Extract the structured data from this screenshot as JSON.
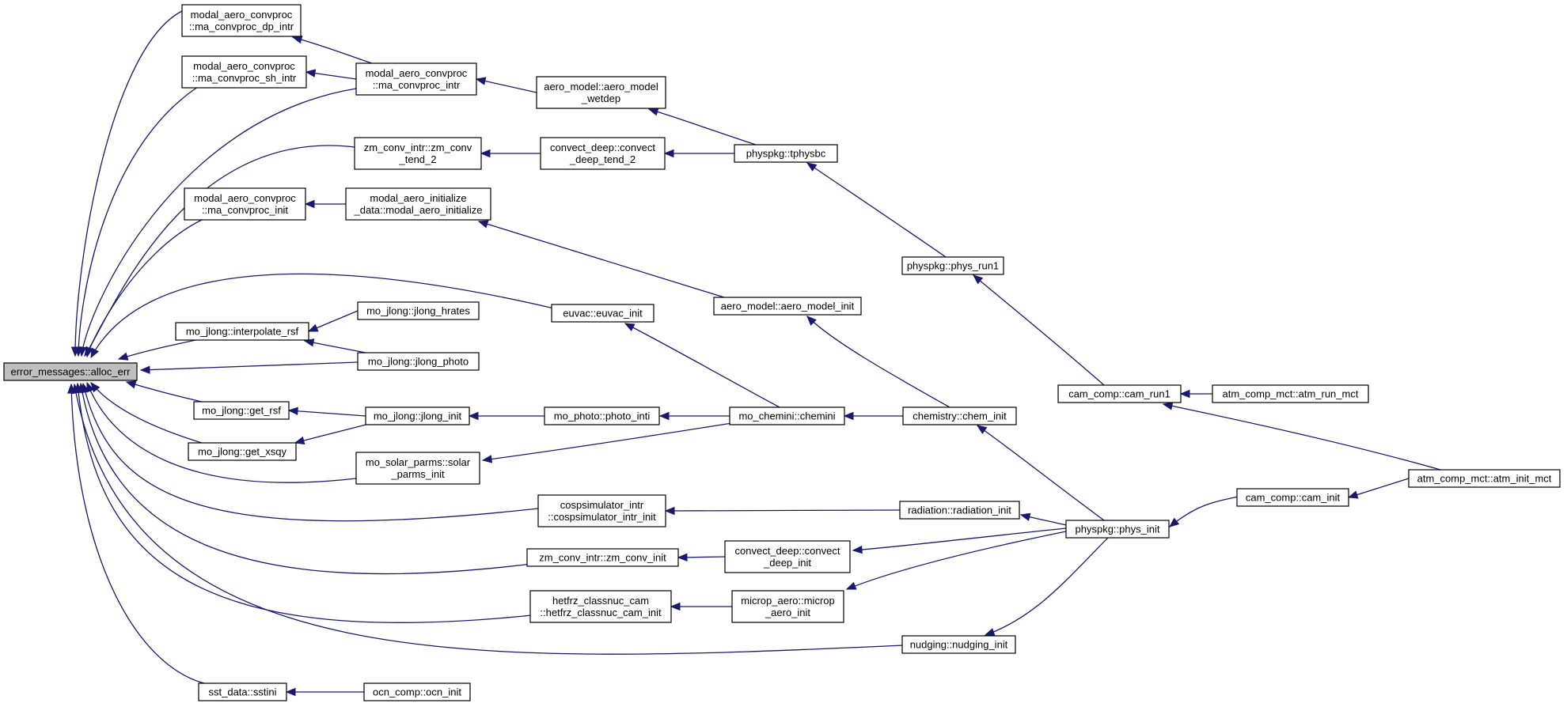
{
  "graph": {
    "edge_color": "#191970",
    "root_fill": "#bfbfbf",
    "node_fill": "#ffffff",
    "nodes": [
      {
        "id": "n0",
        "lines": [
          "error_messages::alloc_err"
        ],
        "root": true
      },
      {
        "id": "n1",
        "lines": [
          "modal_aero_convproc",
          "::ma_convproc_dp_intr"
        ]
      },
      {
        "id": "n2",
        "lines": [
          "modal_aero_convproc",
          "::ma_convproc_sh_intr"
        ]
      },
      {
        "id": "n3",
        "lines": [
          "modal_aero_convproc",
          "::ma_convproc_intr"
        ]
      },
      {
        "id": "n4",
        "lines": [
          "aero_model::aero_model",
          "_wetdep"
        ]
      },
      {
        "id": "n5",
        "lines": [
          "zm_conv_intr::zm_conv",
          "_tend_2"
        ]
      },
      {
        "id": "n6",
        "lines": [
          "convect_deep::convect",
          "_deep_tend_2"
        ]
      },
      {
        "id": "n7",
        "lines": [
          "physpkg::tphysbc"
        ]
      },
      {
        "id": "n8",
        "lines": [
          "modal_aero_convproc",
          "::ma_convproc_init"
        ]
      },
      {
        "id": "n9",
        "lines": [
          "modal_aero_initialize",
          "_data::modal_aero_initialize"
        ]
      },
      {
        "id": "n10",
        "lines": [
          "physpkg::phys_run1"
        ]
      },
      {
        "id": "n11",
        "lines": [
          "aero_model::aero_model_init"
        ]
      },
      {
        "id": "n12",
        "lines": [
          "euvac::euvac_init"
        ]
      },
      {
        "id": "n13",
        "lines": [
          "mo_jlong::jlong_hrates"
        ]
      },
      {
        "id": "n14",
        "lines": [
          "mo_jlong::interpolate_rsf"
        ]
      },
      {
        "id": "n15",
        "lines": [
          "mo_jlong::jlong_photo"
        ]
      },
      {
        "id": "n16",
        "lines": [
          "cam_comp::cam_run1"
        ]
      },
      {
        "id": "n17",
        "lines": [
          "atm_comp_mct::atm_run_mct"
        ]
      },
      {
        "id": "n18",
        "lines": [
          "mo_jlong::get_rsf"
        ]
      },
      {
        "id": "n19",
        "lines": [
          "mo_jlong::jlong_init"
        ]
      },
      {
        "id": "n20",
        "lines": [
          "mo_photo::photo_inti"
        ]
      },
      {
        "id": "n21",
        "lines": [
          "mo_chemini::chemini"
        ]
      },
      {
        "id": "n22",
        "lines": [
          "chemistry::chem_init"
        ]
      },
      {
        "id": "n23",
        "lines": [
          "mo_jlong::get_xsqy"
        ]
      },
      {
        "id": "n24",
        "lines": [
          "mo_solar_parms::solar",
          "_parms_init"
        ]
      },
      {
        "id": "n25",
        "lines": [
          "atm_comp_mct::atm_init_mct"
        ]
      },
      {
        "id": "n26",
        "lines": [
          "cospsimulator_intr",
          "::cospsimulator_intr_init"
        ]
      },
      {
        "id": "n27",
        "lines": [
          "radiation::radiation_init"
        ]
      },
      {
        "id": "n28",
        "lines": [
          "cam_comp::cam_init"
        ]
      },
      {
        "id": "n29",
        "lines": [
          "physpkg::phys_init"
        ]
      },
      {
        "id": "n30",
        "lines": [
          "zm_conv_intr::zm_conv_init"
        ]
      },
      {
        "id": "n31",
        "lines": [
          "convect_deep::convect",
          "_deep_init"
        ]
      },
      {
        "id": "n32",
        "lines": [
          "hetfrz_classnuc_cam",
          "::hetfrz_classnuc_cam_init"
        ]
      },
      {
        "id": "n33",
        "lines": [
          "microp_aero::microp",
          "_aero_init"
        ]
      },
      {
        "id": "n34",
        "lines": [
          "nudging::nudging_init"
        ]
      },
      {
        "id": "n35",
        "lines": [
          "sst_data::sstini"
        ]
      },
      {
        "id": "n36",
        "lines": [
          "ocn_comp::ocn_init"
        ]
      }
    ],
    "edges": [
      {
        "from": "n1",
        "to": "n0"
      },
      {
        "from": "n2",
        "to": "n0"
      },
      {
        "from": "n3",
        "to": "n0"
      },
      {
        "from": "n3",
        "to": "n1"
      },
      {
        "from": "n3",
        "to": "n2"
      },
      {
        "from": "n4",
        "to": "n3"
      },
      {
        "from": "n7",
        "to": "n4"
      },
      {
        "from": "n5",
        "to": "n0"
      },
      {
        "from": "n6",
        "to": "n5"
      },
      {
        "from": "n7",
        "to": "n6"
      },
      {
        "from": "n10",
        "to": "n7"
      },
      {
        "from": "n16",
        "to": "n10"
      },
      {
        "from": "n17",
        "to": "n16"
      },
      {
        "from": "n25",
        "to": "n16"
      },
      {
        "from": "n8",
        "to": "n0"
      },
      {
        "from": "n9",
        "to": "n8"
      },
      {
        "from": "n11",
        "to": "n9"
      },
      {
        "from": "n22",
        "to": "n11"
      },
      {
        "from": "n12",
        "to": "n0"
      },
      {
        "from": "n21",
        "to": "n12"
      },
      {
        "from": "n13",
        "to": "n14"
      },
      {
        "from": "n15",
        "to": "n14"
      },
      {
        "from": "n14",
        "to": "n0"
      },
      {
        "from": "n15",
        "to": "n0"
      },
      {
        "from": "n18",
        "to": "n0"
      },
      {
        "from": "n19",
        "to": "n18"
      },
      {
        "from": "n19",
        "to": "n23"
      },
      {
        "from": "n20",
        "to": "n19"
      },
      {
        "from": "n21",
        "to": "n20"
      },
      {
        "from": "n22",
        "to": "n21"
      },
      {
        "from": "n29",
        "to": "n22"
      },
      {
        "from": "n23",
        "to": "n0"
      },
      {
        "from": "n24",
        "to": "n0"
      },
      {
        "from": "n21",
        "to": "n24"
      },
      {
        "from": "n26",
        "to": "n0"
      },
      {
        "from": "n27",
        "to": "n26"
      },
      {
        "from": "n29",
        "to": "n27"
      },
      {
        "from": "n28",
        "to": "n29"
      },
      {
        "from": "n25",
        "to": "n28"
      },
      {
        "from": "n30",
        "to": "n0"
      },
      {
        "from": "n31",
        "to": "n30"
      },
      {
        "from": "n29",
        "to": "n31"
      },
      {
        "from": "n32",
        "to": "n0"
      },
      {
        "from": "n33",
        "to": "n32"
      },
      {
        "from": "n29",
        "to": "n33"
      },
      {
        "from": "n34",
        "to": "n0"
      },
      {
        "from": "n29",
        "to": "n34"
      },
      {
        "from": "n35",
        "to": "n0"
      },
      {
        "from": "n36",
        "to": "n35"
      }
    ]
  }
}
